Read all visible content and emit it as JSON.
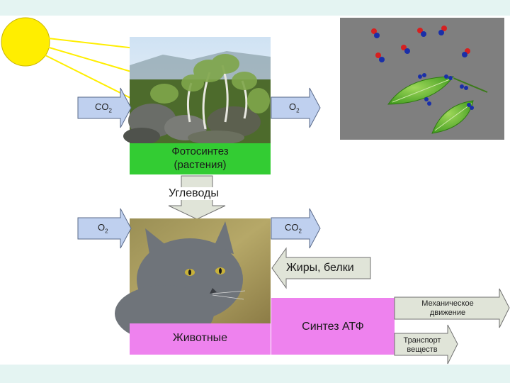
{
  "photosynthesis": {
    "input_gas": "CO",
    "input_gas_sub": "2",
    "output_gas": "O",
    "output_gas_sub": "2",
    "label_line1": "Фотосинтез",
    "label_line2": "(растения)",
    "color": "#33cc33"
  },
  "carbohydrates_label": "Углеводы",
  "animals": {
    "input_gas": "O",
    "input_gas_sub": "2",
    "output_gas": "CO",
    "output_gas_sub": "2",
    "label": "Животные",
    "color": "#ee82ee"
  },
  "fats_proteins_label": "Жиры, белки",
  "atp": {
    "label": "Синтез АТФ",
    "color": "#ee82ee"
  },
  "mechanical": {
    "line1": "Механическое",
    "line2": "движение"
  },
  "transport": {
    "line1": "Транспорт",
    "line2": "веществ"
  },
  "colors": {
    "background": "#e4f4f2",
    "gas_arrow_fill": "#bfd0ef",
    "gray_arrow_fill": "#e0e4d8",
    "sun": "#ffee00",
    "sun_rays": "#ffee00"
  },
  "images": {
    "forest_photo": "forest-photo",
    "cat_photo": "cat-photo",
    "leaves_molecules": "leaves-with-molecules"
  }
}
